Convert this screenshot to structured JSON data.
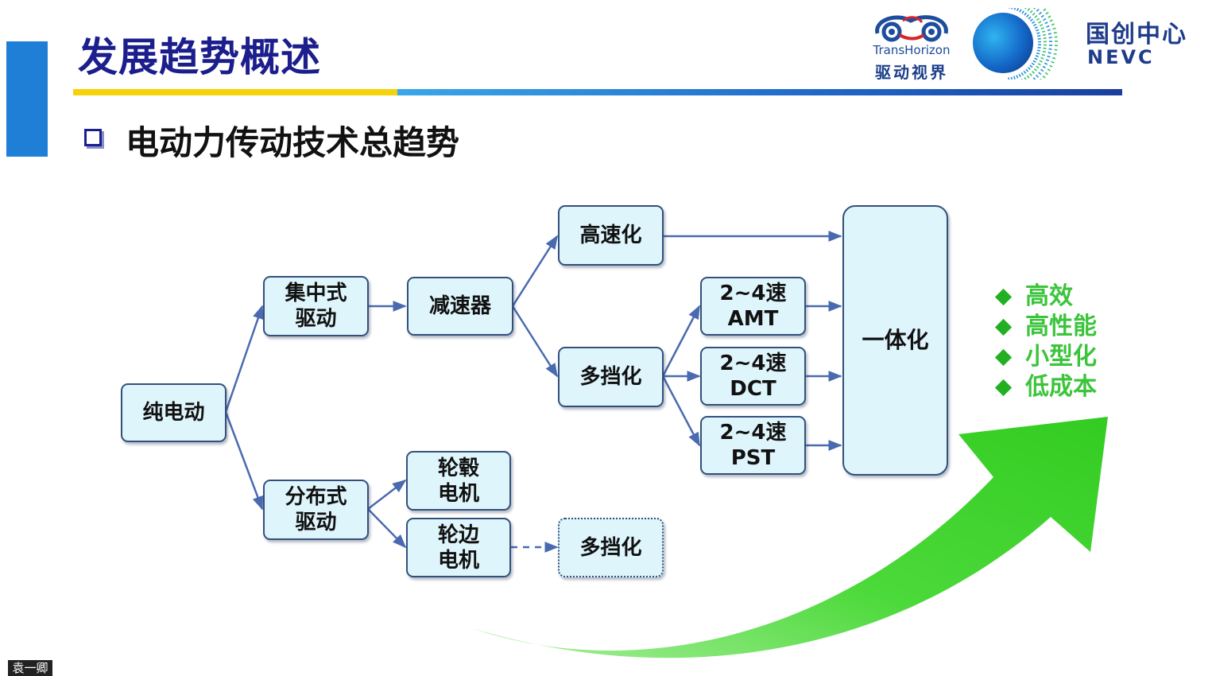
{
  "slide": {
    "title": "发展趋势概述",
    "subtitle": "电动力传动技术总趋势"
  },
  "logos": {
    "transhorizon_en": "TransHorizon",
    "transhorizon_cn": "驱动视界",
    "nevc_cn": "国创中心",
    "nevc_en": "NEVC"
  },
  "diagram": {
    "nodes": {
      "pure_ev": "纯电动",
      "centralized": "集中式\n驱动",
      "reducer": "减速器",
      "high_speed": "高速化",
      "multi_gear": "多挡化",
      "amt": "2~4速\nAMT",
      "dct": "2~4速\nDCT",
      "pst": "2~4速\nPST",
      "integrated": "一体化",
      "distributed": "分布式\n驱动",
      "hub_motor": "轮毂\n电机",
      "wheel_side_motor": "轮边\n电机",
      "multi_gear_future": "多挡化"
    },
    "benefits": [
      "高效",
      "高性能",
      "小型化",
      "低成本"
    ]
  },
  "footer": {
    "presenter": "袁一卿"
  },
  "colors": {
    "title": "#1b1e8c",
    "node_fill": "#dff5fc",
    "node_border": "#33507d",
    "connector": "#4a6ab0",
    "trend_arrow": "#44d430",
    "benefit_text": "#3cc43c"
  }
}
